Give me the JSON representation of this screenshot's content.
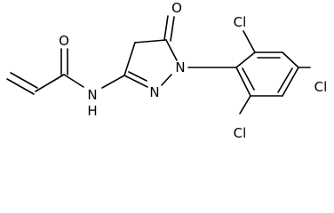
{
  "atoms": {
    "carbonyl_O_amide": "O",
    "amide_N": "N",
    "amide_H": "H",
    "ring_N_imine": "N",
    "ring_N_aryl": "N",
    "ketone_O": "O",
    "cl_top": "Cl",
    "cl_para": "Cl",
    "cl_bottom": "Cl"
  }
}
